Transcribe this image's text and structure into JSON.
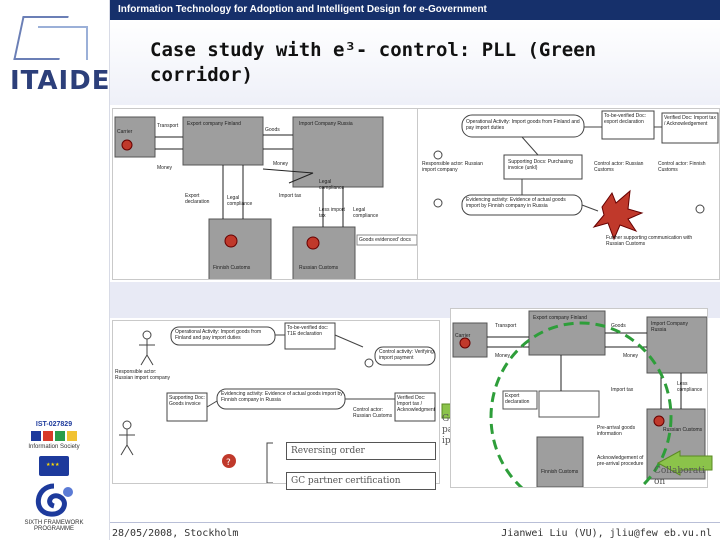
{
  "header": {
    "banner_text": "Information Technology for Adoption and Intelligent Design for e-Government",
    "logo_text": "ITAIDE"
  },
  "slide": {
    "title": "Case study with e³- control: PLL (Green corridor)"
  },
  "sidebar": {
    "partners": [
      {
        "label": "IST-027829",
        "name": "Information Society"
      },
      {
        "label": "SIXTH FRAMEWORK PROGRAMME",
        "name": "EU framework"
      }
    ]
  },
  "diagram_top_left": {
    "nodes": [
      "Carrier",
      "Export company Finland",
      "Import Company Russia",
      "Finnish Customs",
      "Russian Customs"
    ],
    "flows": [
      "Transport",
      "Goods",
      "Money",
      "Money",
      "Export declaration",
      "Legal compliance",
      "Import tax",
      "Legal compliance",
      "Less import tax",
      "Legal compliance"
    ],
    "note": "Goods evidenced' docs"
  },
  "diagram_top_right": {
    "activities": [
      "Operational Activity: Import goods from Finland and pay import duties",
      "Evidencing activity: Evidence of actual goods import by Finnish company in Russia",
      "Supporting Docs: Purchasing invoice (unkl)"
    ],
    "docs": [
      "To-be-verified Doc: export declaration",
      "Verified Doc: Import tax / Acknowledgement"
    ],
    "actors": [
      "Responsible actor: Russian import company",
      "Control actor: Russian Customs",
      "Control actor: Finnish Customs"
    ],
    "note": "Further supporting communication with Russian Customs"
  },
  "diagram_bottom_left": {
    "activities": [
      "Operational Activity: Import goods from Finland and pay import duties",
      "Control activity: Verifying import payment",
      "Evidencing activity: Evidence of actual goods import by Finnish company in Russia"
    ],
    "docs": [
      "To-be-verified doc: T1E declaration",
      "Supporting Doc: Goods invoice",
      "Verified Doc: Import tax / Acknowledgment"
    ],
    "actors": [
      "Responsible actor: Russian import company",
      "Control actor: Russian Customs"
    ]
  },
  "diagram_bottom_right": {
    "nodes": [
      "Carrier",
      "Export company Finland",
      "Import Company Russia",
      "Finnish Customs",
      "Russian Customs"
    ],
    "flows": [
      "Transport",
      "Goods",
      "Money",
      "Money",
      "Export declaration",
      "Import tax",
      "Less compliance",
      "Pre-arrival goods information",
      "Acknowledgement of pre-arrival procedure"
    ]
  },
  "callouts": {
    "reversing": "Reversing order",
    "gc_cert": "GC partner certification",
    "gcp": "GCP partnersh ip",
    "collab": "Collaborati on"
  },
  "footer": {
    "date_place": "28/05/2008, Stockholm",
    "author": "Jianwei Liu (VU), jliu@few eb.vu.nl"
  },
  "colors": {
    "banner": "#16306b",
    "green_arrow": "#8bc34a",
    "red_actor": "#c0392b"
  }
}
